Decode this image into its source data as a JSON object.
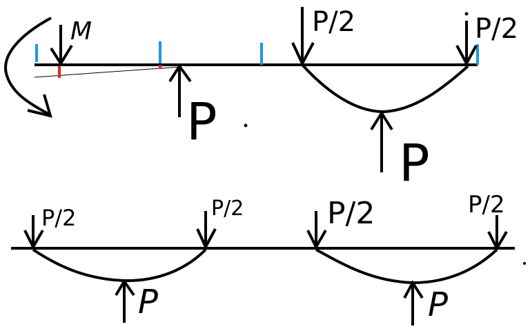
{
  "colors": {
    "ink": "#000000",
    "tick_blue": "#1a9ad8",
    "tick_red": "#e02424",
    "background": "#ffffff"
  },
  "top_diagram": {
    "moment_label": "M",
    "upward_force_label": "P",
    "right_upward_force_label": "P",
    "down_force_left_label": "P/2",
    "down_force_right_label": "P/2"
  },
  "bottom_diagram": {
    "left_span": {
      "down_left_label": "P/2",
      "down_right_label": "P/2",
      "up_label": "P"
    },
    "right_span": {
      "down_left_label": "P/2",
      "down_right_label": "P/2",
      "up_label": "P"
    }
  }
}
